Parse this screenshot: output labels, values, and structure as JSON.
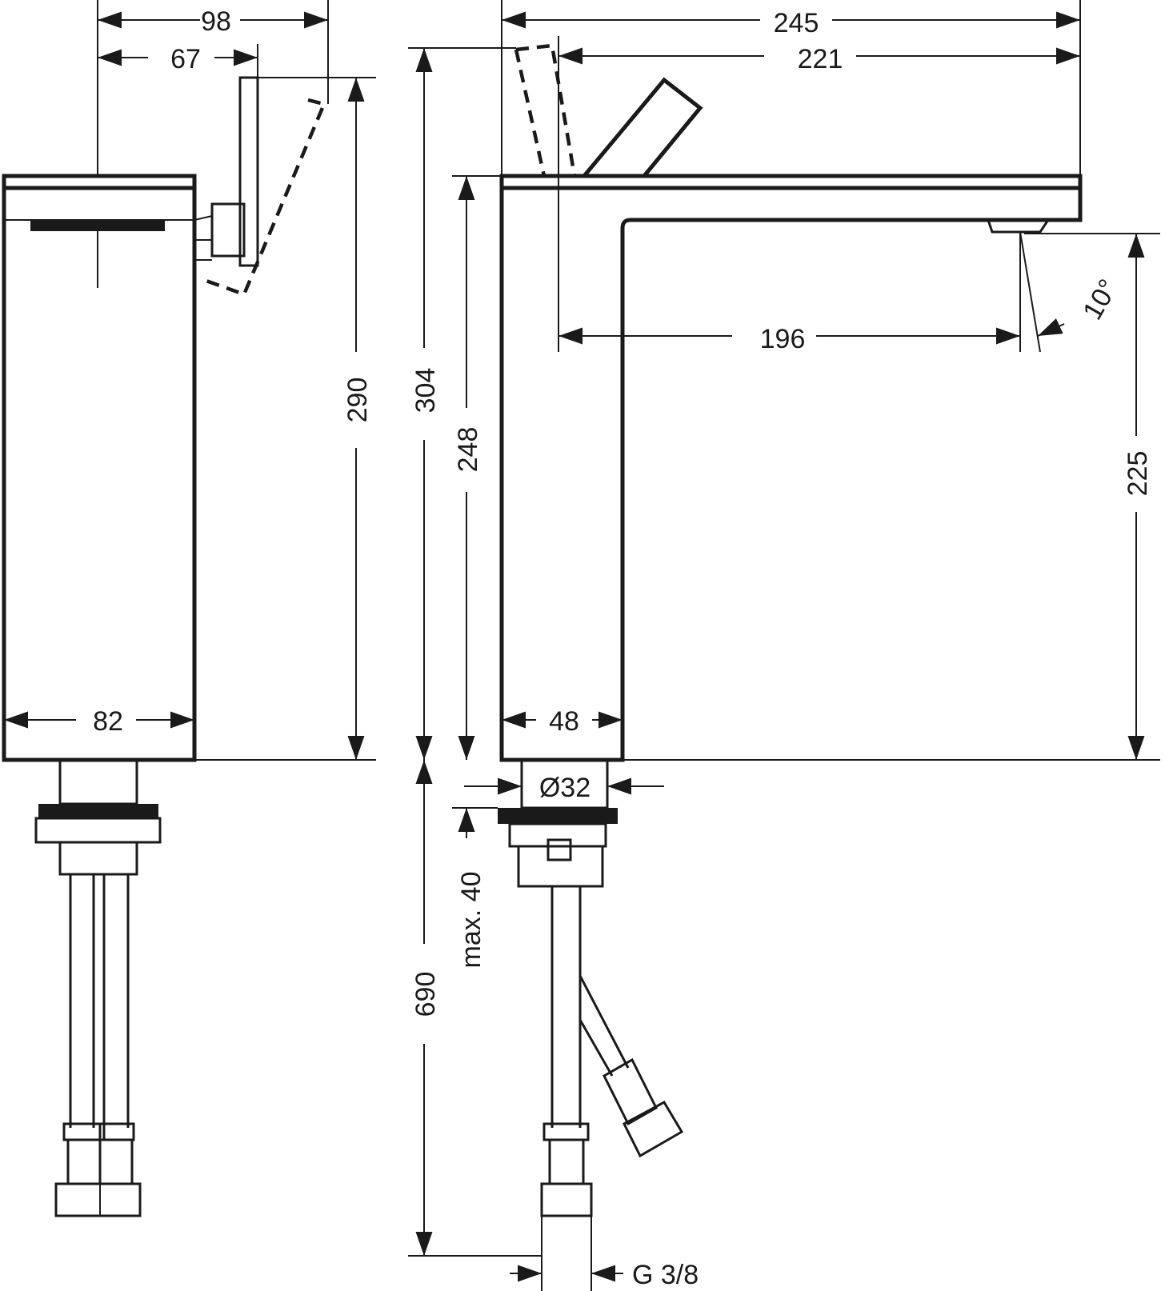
{
  "dimensions": {
    "width_98": "98",
    "width_67": "67",
    "width_245": "245",
    "width_221": "221",
    "height_290": "290",
    "height_304": "304",
    "height_248": "248",
    "height_225": "225",
    "reach_196": "196",
    "angle_10": "10°",
    "body_82": "82",
    "body_48": "48",
    "dia_32": "Ø32",
    "max_40": "max. 40",
    "hose_690": "690",
    "thread": "G 3/8"
  },
  "colors": {
    "ink": "#1a1a1a",
    "background": "#ffffff"
  }
}
